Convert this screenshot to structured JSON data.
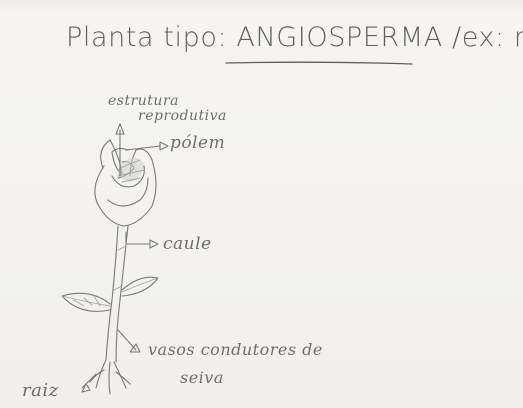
{
  "title": {
    "prefix": "Planta tipo:",
    "type": "ANGIOSPERMA",
    "suffix": "/ex: rosa"
  },
  "labels": {
    "structure_line1": "estrutura",
    "structure_line2": "reprodutiva",
    "pollen": "pólem",
    "stem": "caule",
    "vessels_line1": "vasos condutores de",
    "vessels_line2": "seiva",
    "root": "raiz"
  }
}
